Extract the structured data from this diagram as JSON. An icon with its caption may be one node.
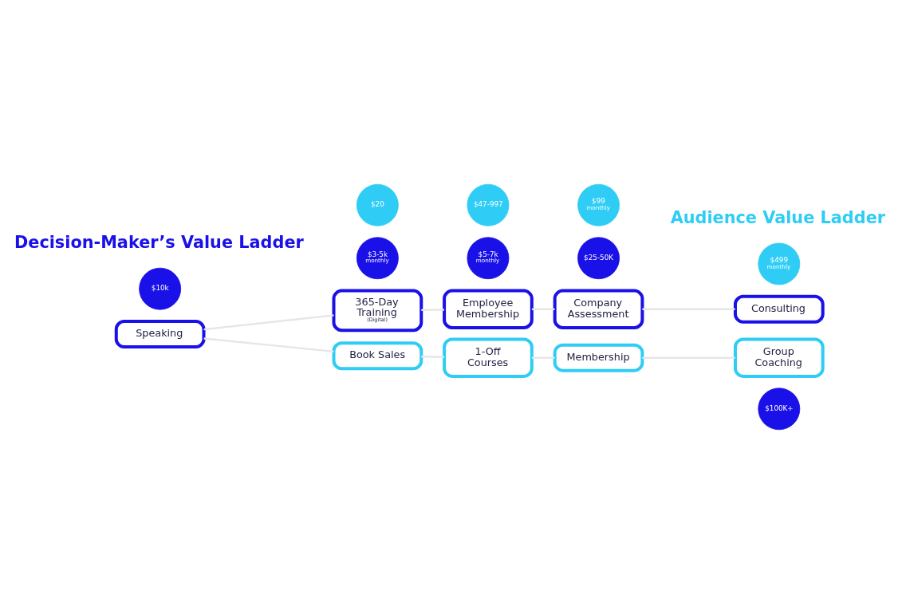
{
  "diagram": {
    "nodes": [
      {
        "text": [
          "$100K+"
        ]
      },
      {
        "text": [
          "Consulting"
        ]
      },
      {
        "text": [
          "$25-50K"
        ]
      },
      {
        "text": [
          "Company Assessment"
        ]
      },
      {
        "text": [
          "$5-7k",
          "monthly"
        ]
      },
      {
        "text": [
          "Employee Membership"
        ]
      },
      {
        "text": [
          "$3-5k",
          "monthly"
        ]
      },
      {
        "text": [
          "365-Day Training",
          "(Digital)"
        ]
      },
      {
        "text": [
          "$499",
          "monthly"
        ]
      },
      {
        "text": [
          "Group Coaching"
        ]
      },
      {
        "text": [
          "$99",
          "monthly"
        ]
      },
      {
        "text": [
          "Membership"
        ]
      },
      {
        "text": [
          "$10k"
        ]
      },
      {
        "text": [
          "Speaking"
        ]
      },
      {
        "text": [
          "$47-997"
        ]
      },
      {
        "text": [
          "1-Off Courses"
        ]
      },
      {
        "text": [
          "$20"
        ]
      },
      {
        "text": [
          "Book Sales"
        ]
      }
    ],
    "edges": [
      {
        "from": 13,
        "to": 7,
        "arrow": "none"
      },
      {
        "from": 7,
        "to": 5,
        "arrow": "none"
      },
      {
        "from": 5,
        "to": 3,
        "arrow": "none"
      },
      {
        "from": 3,
        "to": 1,
        "arrow": "none"
      },
      {
        "from": 13,
        "to": 17,
        "arrow": "none"
      },
      {
        "from": 17,
        "to": 15,
        "arrow": "none"
      },
      {
        "from": 15,
        "to": 11,
        "arrow": "none"
      },
      {
        "from": 11,
        "to": 9,
        "arrow": "none"
      }
    ],
    "labels": [
      "Decision-Maker’s Value Ladder",
      "Audience Value Ladder"
    ]
  }
}
